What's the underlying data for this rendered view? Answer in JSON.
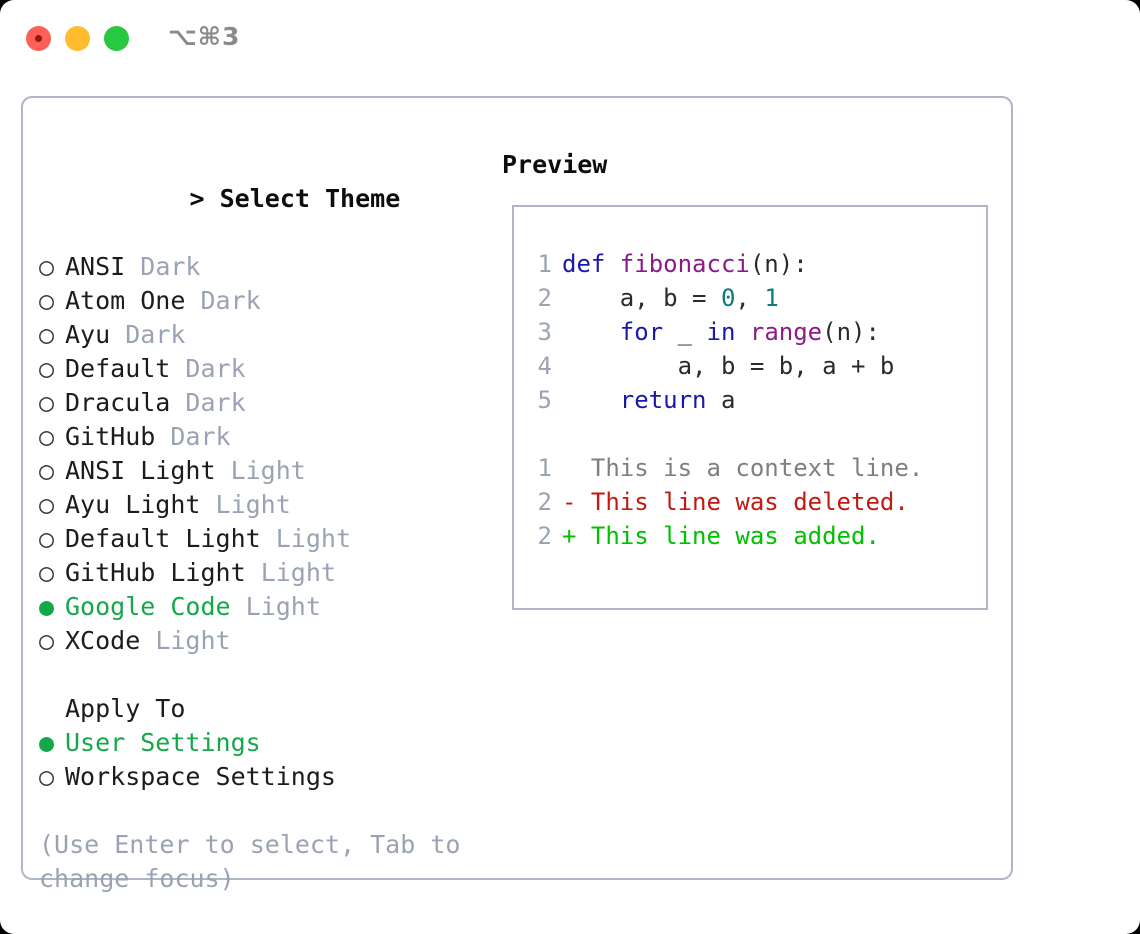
{
  "titlebar": {
    "shortcut": "⌥⌘3",
    "buttons": {
      "close": "close-button",
      "minimize": "minimize-button",
      "maximize": "maximize-button"
    }
  },
  "theme_list": {
    "header_prefix": "> ",
    "header": "Select Theme",
    "bullet_selected": "●",
    "bullet_unselected": "○",
    "items": [
      {
        "name": "ANSI",
        "mode": "Dark",
        "selected": false
      },
      {
        "name": "Atom One",
        "mode": "Dark",
        "selected": false
      },
      {
        "name": "Ayu",
        "mode": "Dark",
        "selected": false
      },
      {
        "name": "Default",
        "mode": "Dark",
        "selected": false
      },
      {
        "name": "Dracula",
        "mode": "Dark",
        "selected": false
      },
      {
        "name": "GitHub",
        "mode": "Dark",
        "selected": false
      },
      {
        "name": "ANSI Light",
        "mode": "Light",
        "selected": false
      },
      {
        "name": "Ayu Light",
        "mode": "Light",
        "selected": false
      },
      {
        "name": "Default Light",
        "mode": "Light",
        "selected": false
      },
      {
        "name": "GitHub Light",
        "mode": "Light",
        "selected": false
      },
      {
        "name": "Google Code",
        "mode": "Light",
        "selected": true
      },
      {
        "name": "XCode",
        "mode": "Light",
        "selected": false
      }
    ]
  },
  "apply_to": {
    "header": "Apply To",
    "items": [
      {
        "name": "User Settings",
        "selected": true
      },
      {
        "name": "Workspace Settings",
        "selected": false
      }
    ]
  },
  "hint": "(Use Enter to select, Tab to change focus)",
  "preview": {
    "title": "Preview",
    "code_lines": [
      {
        "num": "1",
        "tokens": [
          {
            "t": "def ",
            "c": "kw"
          },
          {
            "t": "fibonacci",
            "c": "fn"
          },
          {
            "t": "(n):",
            "c": "pl"
          }
        ]
      },
      {
        "num": "2",
        "tokens": [
          {
            "t": "    a, b = ",
            "c": "pl"
          },
          {
            "t": "0",
            "c": "num"
          },
          {
            "t": ", ",
            "c": "pl"
          },
          {
            "t": "1",
            "c": "num"
          }
        ]
      },
      {
        "num": "3",
        "tokens": [
          {
            "t": "    ",
            "c": "pl"
          },
          {
            "t": "for",
            "c": "kw"
          },
          {
            "t": " _ ",
            "c": "pl"
          },
          {
            "t": "in",
            "c": "kw"
          },
          {
            "t": " ",
            "c": "pl"
          },
          {
            "t": "range",
            "c": "fn"
          },
          {
            "t": "(n):",
            "c": "pl"
          }
        ]
      },
      {
        "num": "4",
        "tokens": [
          {
            "t": "        a, b = b, a + b",
            "c": "pl"
          }
        ]
      },
      {
        "num": "5",
        "tokens": [
          {
            "t": "    ",
            "c": "pl"
          },
          {
            "t": "return",
            "c": "kw"
          },
          {
            "t": " a",
            "c": "pl"
          }
        ]
      }
    ],
    "diff_lines": [
      {
        "num": "1",
        "marker": "  ",
        "text": "This is a context line.",
        "kind": "ctx"
      },
      {
        "num": "2",
        "marker": "- ",
        "text": "This line was deleted.",
        "kind": "del"
      },
      {
        "num": "2",
        "marker": "+ ",
        "text": "This line was added.",
        "kind": "add"
      }
    ]
  },
  "colors": {
    "accent_green": "#15a84a",
    "border": "#aeb6c4",
    "muted": "#9aa3b4",
    "keyword": "#1a1aa8",
    "function": "#8b1a8b",
    "number": "#0d7c7c",
    "diff_delete": "#c21a10",
    "diff_add": "#00c000",
    "diff_context": "#7f7f7f"
  }
}
